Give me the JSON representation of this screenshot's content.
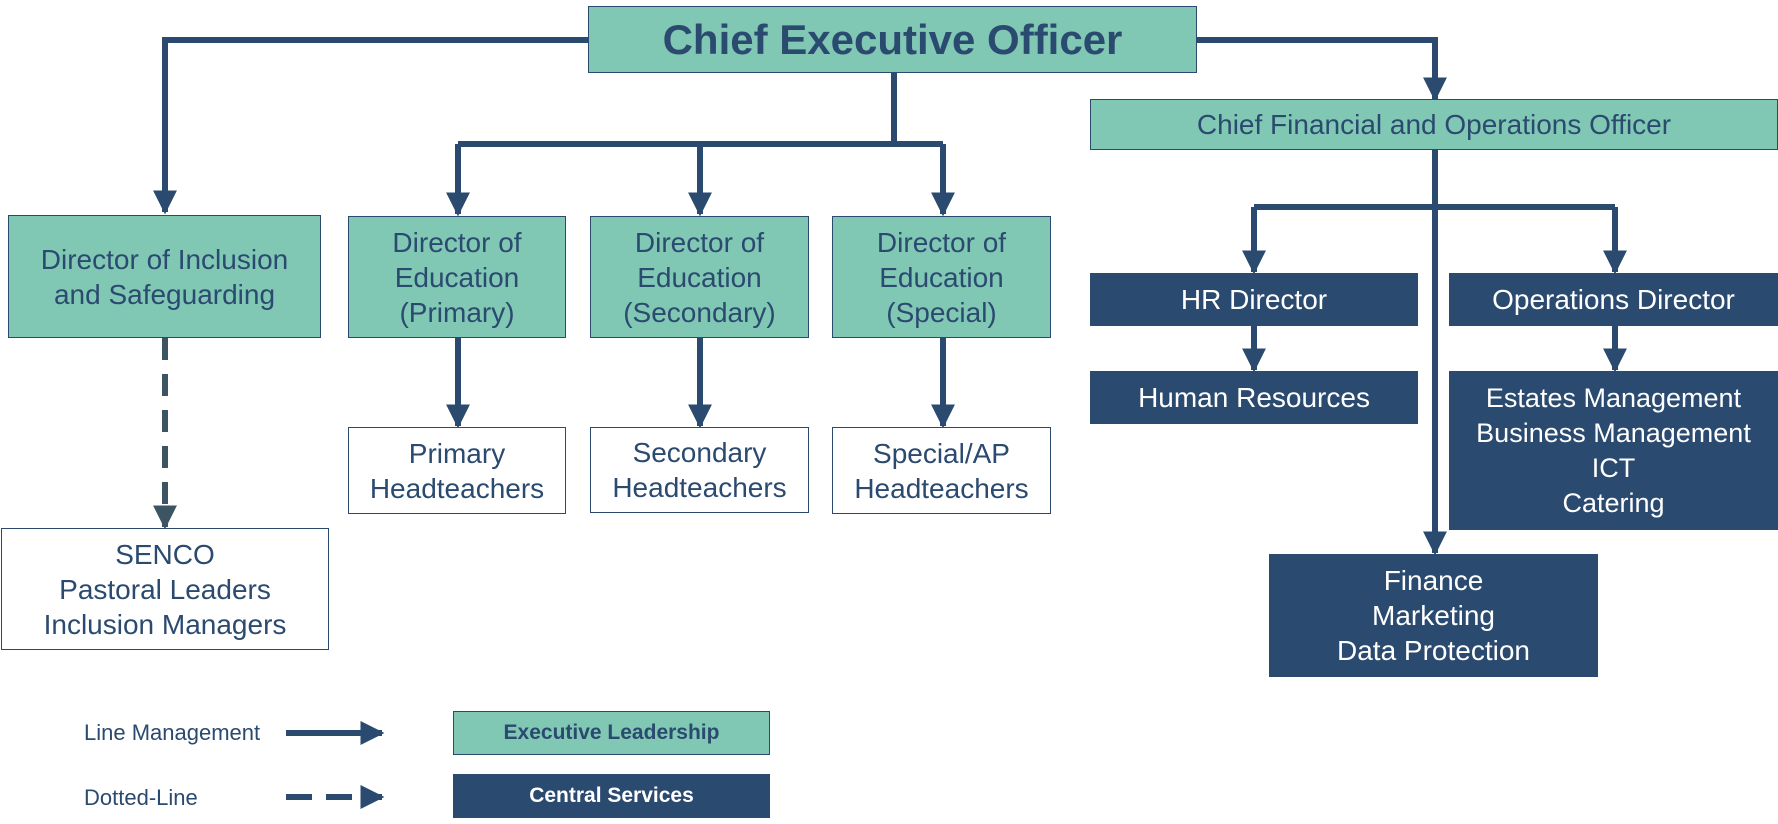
{
  "title": "Chief Executive Officer",
  "cfo": "Chief Financial and Operations Officer",
  "directors": {
    "inclusion": "Director of Inclusion\nand Safeguarding",
    "primary": "Director of\nEducation\n(Primary)",
    "secondary": "Director of\nEducation\n(Secondary)",
    "special": "Director of\nEducation\n(Special)"
  },
  "teams": {
    "inclusion": "SENCO\nPastoral Leaders\nInclusion Managers",
    "primary": "Primary\nHeadteachers",
    "secondary": "Secondary\nHeadteachers",
    "special": "Special/AP\nHeadteachers"
  },
  "central": {
    "hr_director": "HR Director",
    "ops_director": "Operations Director",
    "hr": "Human Resources",
    "ops": "Estates Management\nBusiness Management\nICT\nCatering",
    "finance": "Finance\nMarketing\nData Protection"
  },
  "legend": {
    "line_management": "Line Management",
    "dotted_line": "Dotted-Line",
    "executive": "Executive Leadership",
    "central": "Central Services"
  },
  "colors": {
    "executive": "#80c7b4",
    "central": "#2b4a6f",
    "connector": "#2b4a6f",
    "dotted": "#3d5562"
  }
}
